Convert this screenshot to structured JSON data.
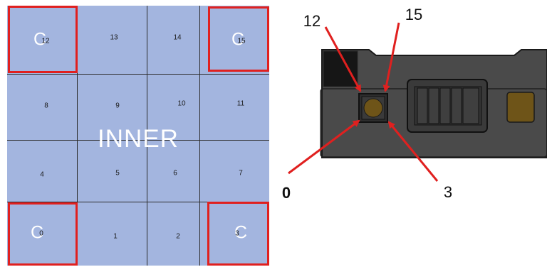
{
  "grid": {
    "cells": [
      {
        "row": 0,
        "col": 0,
        "label": "12"
      },
      {
        "row": 0,
        "col": 1,
        "label": "13"
      },
      {
        "row": 0,
        "col": 2,
        "label": "14"
      },
      {
        "row": 0,
        "col": 3,
        "label": "15"
      },
      {
        "row": 1,
        "col": 0,
        "label": "8"
      },
      {
        "row": 1,
        "col": 1,
        "label": "9"
      },
      {
        "row": 1,
        "col": 2,
        "label": "10"
      },
      {
        "row": 1,
        "col": 3,
        "label": "11"
      },
      {
        "row": 2,
        "col": 0,
        "label": "4"
      },
      {
        "row": 2,
        "col": 1,
        "label": "5"
      },
      {
        "row": 2,
        "col": 2,
        "label": "6"
      },
      {
        "row": 2,
        "col": 3,
        "label": "7"
      },
      {
        "row": 3,
        "col": 0,
        "label": "0"
      },
      {
        "row": 3,
        "col": 1,
        "label": "1"
      },
      {
        "row": 3,
        "col": 2,
        "label": "2"
      },
      {
        "row": 3,
        "col": 3,
        "label": "3"
      }
    ],
    "inner_label": "INNER",
    "corner_label": "C",
    "colors": {
      "cell_fill": "#a3b5df",
      "grid_line": "#2b2b2b",
      "highlight": "#e0201f"
    }
  },
  "device": {
    "callouts": {
      "c12": "12",
      "c15": "15",
      "c0": "0",
      "c3": "3"
    },
    "colors": {
      "body": "#4a4a4a",
      "outline": "#1a1a1a",
      "sensor": "#6e5418",
      "arrow": "#e0201f"
    }
  }
}
